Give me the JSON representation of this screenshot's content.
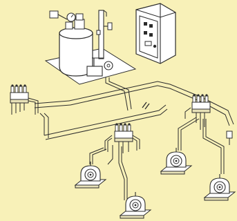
{
  "diagram": {
    "background_color": "#f8f1b8",
    "line_color": "#2b2b2b",
    "part_fill": "#ffffff",
    "shadow_fill": "#d9d3a1",
    "components": [
      {
        "id": "lubrication-pump-unit",
        "icon": "pump-reservoir-icon"
      },
      {
        "id": "control-panel",
        "icon": "electrical-cabinet-icon"
      },
      {
        "id": "distributor-block-left",
        "icon": "manifold-icon"
      },
      {
        "id": "distributor-block-center",
        "icon": "manifold-icon"
      },
      {
        "id": "distributor-block-right",
        "icon": "manifold-icon"
      },
      {
        "id": "bearing-housing-center",
        "icon": "pillow-block-icon"
      },
      {
        "id": "bearing-housing-bottom",
        "icon": "pillow-block-icon"
      },
      {
        "id": "bearing-housing-right-a",
        "icon": "pillow-block-icon"
      },
      {
        "id": "bearing-housing-right-b",
        "icon": "pillow-block-icon"
      }
    ]
  }
}
